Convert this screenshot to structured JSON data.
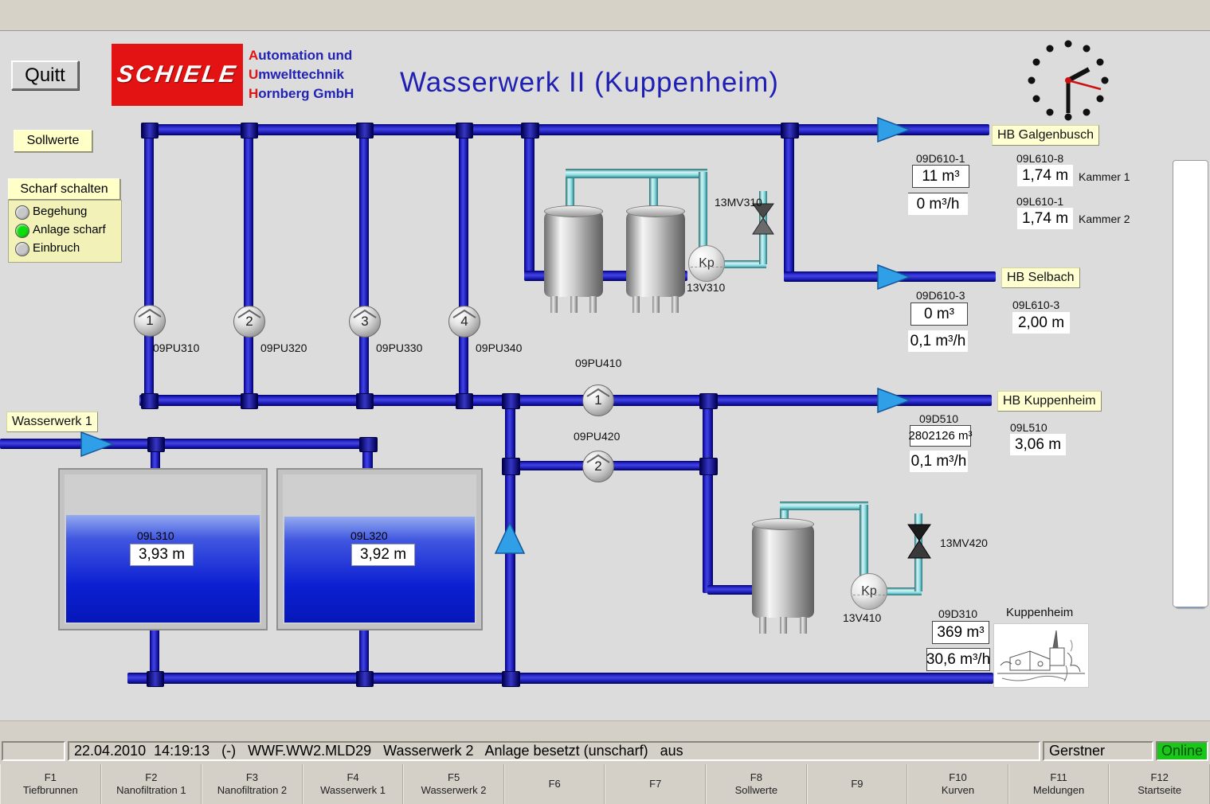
{
  "header": {
    "quit": "Quitt",
    "logo_text": "SCHIELE",
    "logo_lines": [
      {
        "initial": "A",
        "rest": "utomation und"
      },
      {
        "initial": "U",
        "rest": "mwelttechnik"
      },
      {
        "initial": "H",
        "rest": "ornberg GmbH"
      }
    ],
    "title": "Wasserwerk II  (Kuppenheim)"
  },
  "controls": {
    "sollwerte": "Sollwerte",
    "scharf": "Scharf schalten",
    "states": [
      {
        "label": "Begehung",
        "on": false
      },
      {
        "label": "Anlage scharf",
        "on": true
      },
      {
        "label": "Einbruch",
        "on": false
      }
    ]
  },
  "source_label": "Wasserwerk 1",
  "pumps": [
    {
      "num": "1",
      "label": "09PU310"
    },
    {
      "num": "2",
      "label": "09PU320"
    },
    {
      "num": "3",
      "label": "09PU330"
    },
    {
      "num": "4",
      "label": "09PU340"
    }
  ],
  "booster": [
    {
      "num": "1",
      "label": "09PU410"
    },
    {
      "num": "2",
      "label": "09PU420"
    }
  ],
  "tanks": [
    {
      "label": "09L310",
      "level": "3,93 m"
    },
    {
      "label": "09L320",
      "level": "3,92 m"
    }
  ],
  "valves": {
    "kp": "Kp",
    "mv310": "13MV310",
    "v310": "13V310",
    "mv420": "13MV420",
    "v410": "13V410"
  },
  "dest": {
    "galgenbusch": {
      "name": "HB Galgenbusch",
      "counter_label": "09D610-1",
      "counter": "11 m³",
      "flow": "0 m³/h",
      "levels": [
        {
          "label": "09L610-8",
          "value": "1,74 m",
          "note": "Kammer 1"
        },
        {
          "label": "09L610-1",
          "value": "1,74 m",
          "note": "Kammer 2"
        }
      ]
    },
    "selbach": {
      "name": "HB Selbach",
      "counter_label": "09D610-3",
      "counter": "0 m³",
      "flow": "0,1 m³/h",
      "level_label": "09L610-3",
      "level": "2,00 m"
    },
    "kuppenheim": {
      "name": "HB Kuppenheim",
      "counter_label": "09D510",
      "counter": "2802126 m³",
      "flow": "0,1 m³/h",
      "level_label": "09L510",
      "level": "3,06 m"
    }
  },
  "outflow": {
    "counter_label": "09D310",
    "counter": "369 m³",
    "flow": "30,6 m³/h",
    "town": "Kuppenheim"
  },
  "toolbar": {
    "icons": [
      "network-status",
      "alarm-list",
      "trend-analysis",
      "report-print",
      "archive-upload",
      "database-delete",
      "gauge-delete",
      "logbook-edit",
      "service-check",
      "conference",
      "schedule-cancel",
      "training-board",
      "timetable",
      "operator-info"
    ]
  },
  "statusbar": {
    "message": "22.04.2010  14:19:13   (-)   WWF.WW2.MLD29   Wasserwerk 2   Anlage besetzt (unscharf)   aus",
    "user": "Gerstner",
    "online": "Online"
  },
  "fkeys": [
    {
      "key": "F1",
      "label": "Tiefbrunnen"
    },
    {
      "key": "F2",
      "label": "Nanofiltration 1"
    },
    {
      "key": "F3",
      "label": "Nanofiltration 2"
    },
    {
      "key": "F4",
      "label": "Wasserwerk 1"
    },
    {
      "key": "F5",
      "label": "Wasserwerk 2"
    },
    {
      "key": "F6",
      "label": ""
    },
    {
      "key": "F7",
      "label": ""
    },
    {
      "key": "F8",
      "label": "Sollwerte"
    },
    {
      "key": "F9",
      "label": ""
    },
    {
      "key": "F10",
      "label": "Kurven"
    },
    {
      "key": "F11",
      "label": "Meldungen"
    },
    {
      "key": "F12",
      "label": "Startseite"
    }
  ],
  "colors": {
    "pipe_blue": "#1818b0",
    "flow_arrow": "#2f9fe8",
    "online_green": "#18c818"
  }
}
